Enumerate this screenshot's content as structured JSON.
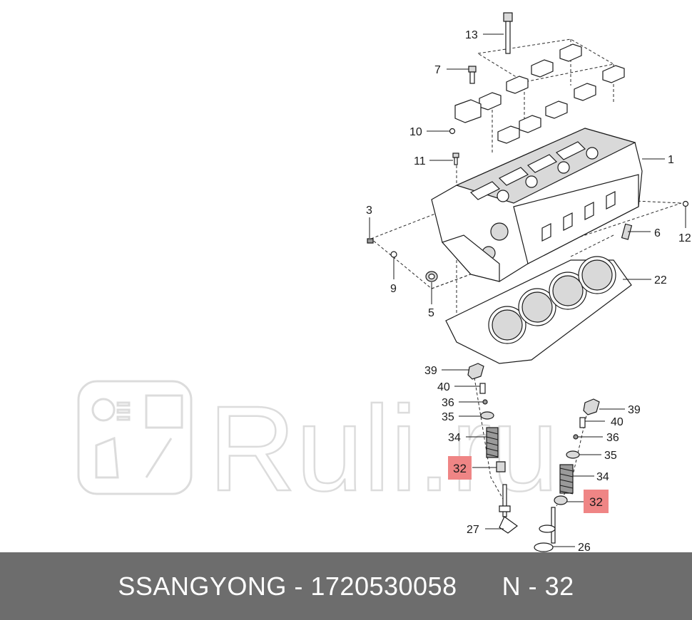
{
  "diagram": {
    "callouts": {
      "c13": "13",
      "c7": "7",
      "c10": "10",
      "c11": "11",
      "c1": "1",
      "c3": "3",
      "c12": "12",
      "c6": "6",
      "c9": "9",
      "c5": "5",
      "c22": "22",
      "c39a": "39",
      "c40a": "40",
      "c36a": "36",
      "c35a": "35",
      "c34a": "34",
      "c32a": "32",
      "c27": "27",
      "c39b": "39",
      "c40b": "40",
      "c36b": "36",
      "c35b": "35",
      "c34b": "34",
      "c32b": "32",
      "c26": "26"
    },
    "highlight_color": "#ef8585"
  },
  "watermark": {
    "text": "Ruli.ru"
  },
  "footer": {
    "text": "SSANGYONG - 1720530058      N - 32",
    "background": "#6d6d6d"
  }
}
